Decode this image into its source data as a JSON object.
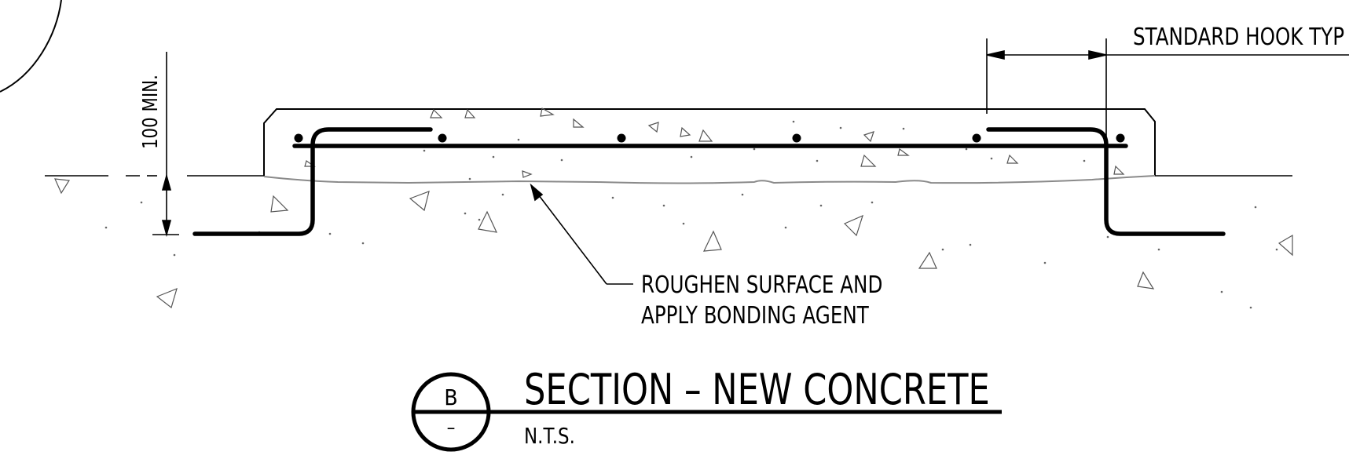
{
  "title": {
    "main": "SECTION – NEW CONCRETE",
    "scale": "N.T.S.",
    "bubble_top": "B",
    "bubble_bottom": "–"
  },
  "annotations": {
    "hook": "STANDARD HOOK TYP",
    "dimension": "100 MIN.",
    "note_line1": "ROUGHEN SURFACE AND",
    "note_line2": "APPLY BONDING AGENT"
  }
}
